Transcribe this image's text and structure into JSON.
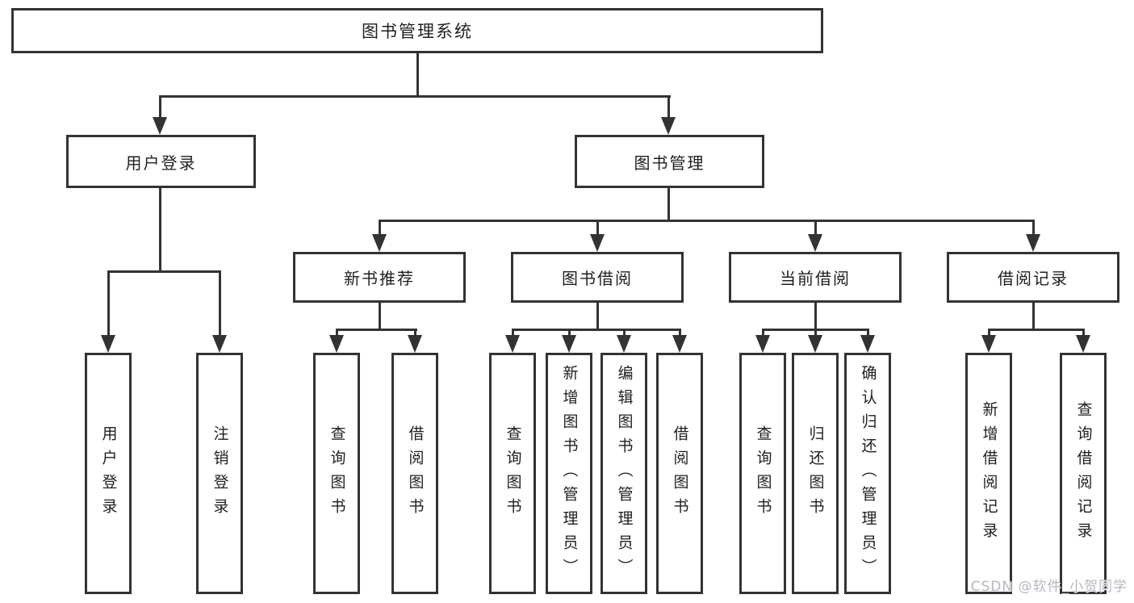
{
  "root": {
    "label": "图书管理系统"
  },
  "level2": [
    {
      "label": "用户登录"
    },
    {
      "label": "图书管理"
    }
  ],
  "level3": [
    {
      "label": "新书推荐"
    },
    {
      "label": "图书借阅"
    },
    {
      "label": "当前借阅"
    },
    {
      "label": "借阅记录"
    }
  ],
  "leaves": {
    "user_login": [
      "用户登录",
      "注销登录"
    ],
    "new_books": [
      "查询图书",
      "借阅图书"
    ],
    "book_borrow": [
      "查询图书",
      "新增图书（管理员）",
      "编辑图书（管理员）",
      "借阅图书"
    ],
    "current_borrow": [
      "查询图书",
      "归还图书",
      "确认归还（管理员）"
    ],
    "borrow_records": [
      "新增借阅记录",
      "查询借阅记录"
    ]
  },
  "watermark": {
    "text": "CSDN @软件_小贺同学"
  },
  "colors": {
    "line": "#333333",
    "text": "#1f1f1f",
    "background": "#ffffff",
    "watermark": "#b4b8be"
  }
}
